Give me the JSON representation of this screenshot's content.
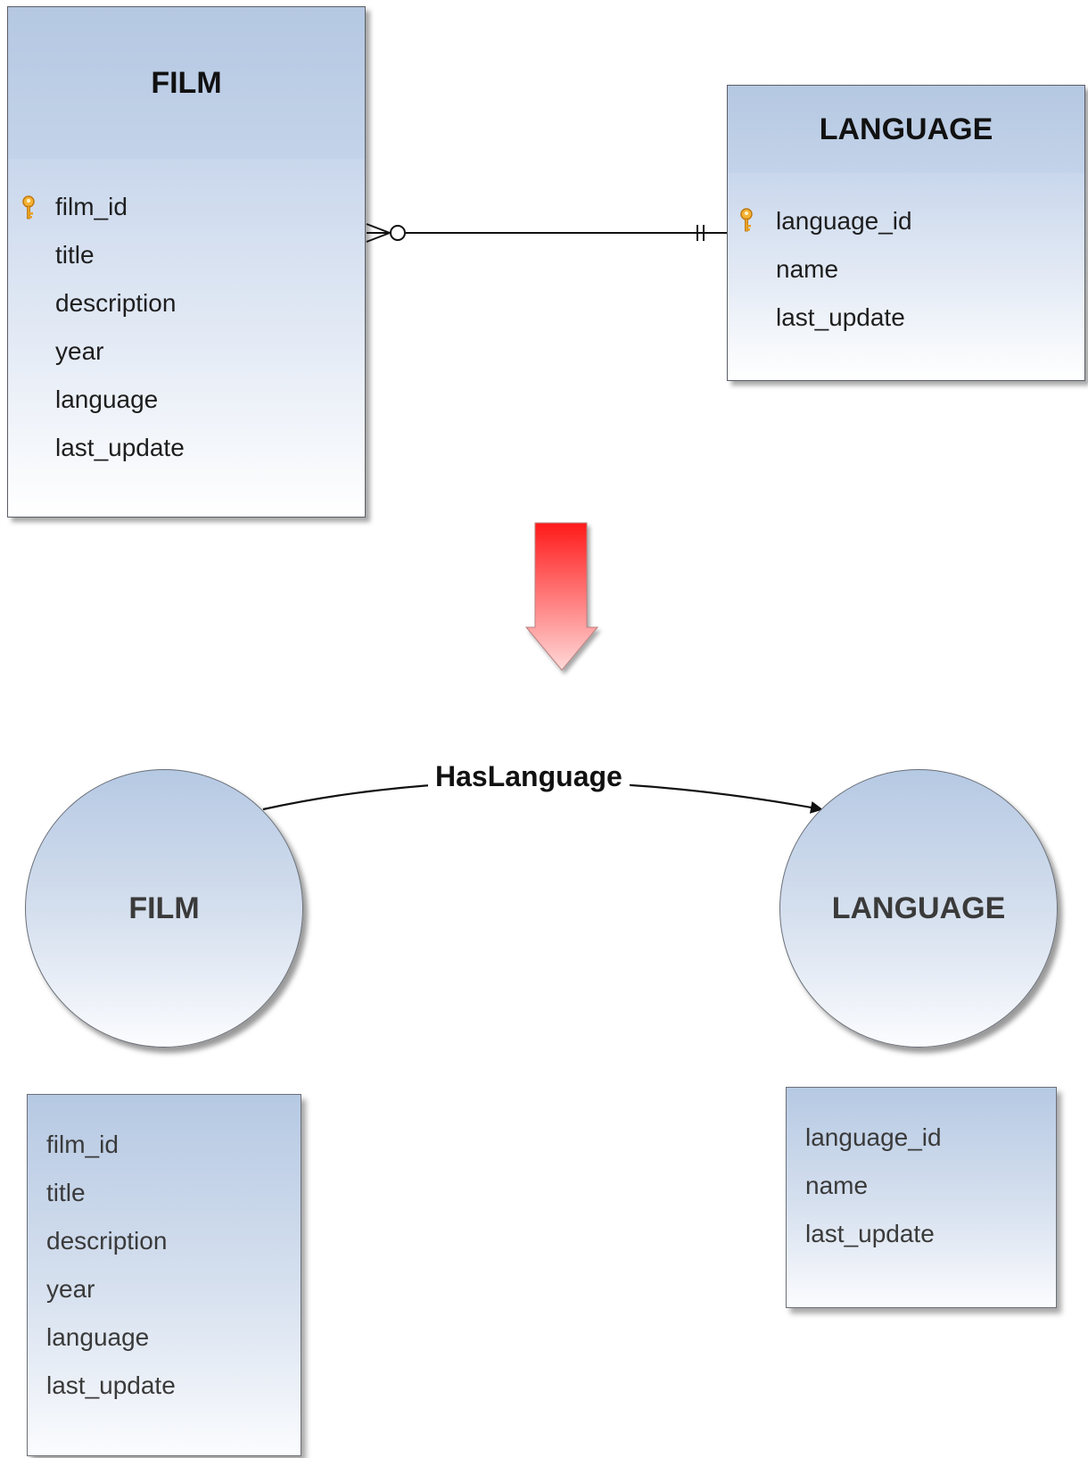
{
  "er_diagram": {
    "film": {
      "title": "FILM",
      "attributes": [
        "film_id",
        "title",
        "description",
        "year",
        "language",
        "last_update"
      ],
      "primary_key": "film_id"
    },
    "language": {
      "title": "LANGUAGE",
      "attributes": [
        "language_id",
        "name",
        "last_update"
      ],
      "primary_key": "language_id"
    },
    "relationship": {
      "from": "FILM",
      "to": "LANGUAGE",
      "from_cardinality": "zero-or-many",
      "to_cardinality": "exactly-one"
    }
  },
  "transform_arrow": {
    "color_top": "#ff1a1a",
    "color_bottom": "#ffd6d6"
  },
  "graph_model": {
    "film_node": {
      "label": "FILM",
      "properties": [
        "film_id",
        "title",
        "description",
        "year",
        "language",
        "last_update"
      ]
    },
    "language_node": {
      "label": "LANGUAGE",
      "properties": [
        "language_id",
        "name",
        "last_update"
      ]
    },
    "edge": {
      "label": "HasLanguage"
    }
  },
  "colors": {
    "node_top": "#b6c9e3",
    "node_bottom": "#ffffff",
    "key_icon": "#f0a020"
  }
}
